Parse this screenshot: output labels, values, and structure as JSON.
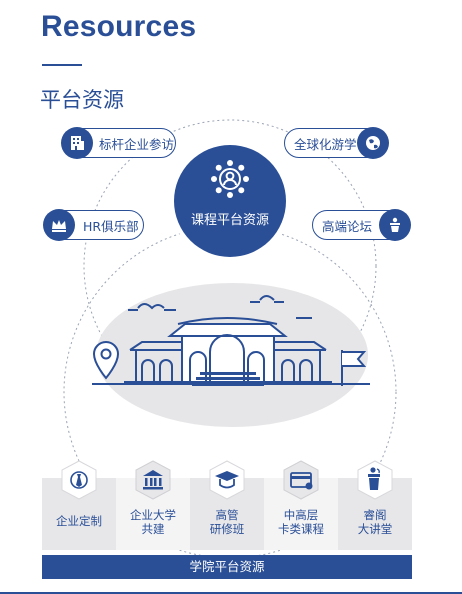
{
  "header": {
    "title": "Resources",
    "subtitle": "平台资源"
  },
  "center": {
    "label": "课程平台资源",
    "icon": "network-person-icon"
  },
  "pills": [
    {
      "label": "标杆企业参访",
      "icon": "building-icon"
    },
    {
      "label": "全球化游学",
      "icon": "globe-icon"
    },
    {
      "label": "HR俱乐部",
      "icon": "crown-icon"
    },
    {
      "label": "高端论坛",
      "icon": "podium-icon"
    }
  ],
  "tiles": [
    {
      "label": "企业定制",
      "icon": "tie-icon"
    },
    {
      "label": "企业大学\n共建",
      "icon": "bank-icon"
    },
    {
      "label": "高管\n研修班",
      "icon": "graduation-cap-icon"
    },
    {
      "label": "中高层\n卡类课程",
      "icon": "card-icon"
    },
    {
      "label": "睿阁\n大讲堂",
      "icon": "speaker-icon"
    }
  ],
  "footer": {
    "label": "学院平台资源"
  },
  "colors": {
    "primary": "#2a4f97",
    "tile_light": "#f4f4f5",
    "tile_gray": "#e7e7e9"
  }
}
